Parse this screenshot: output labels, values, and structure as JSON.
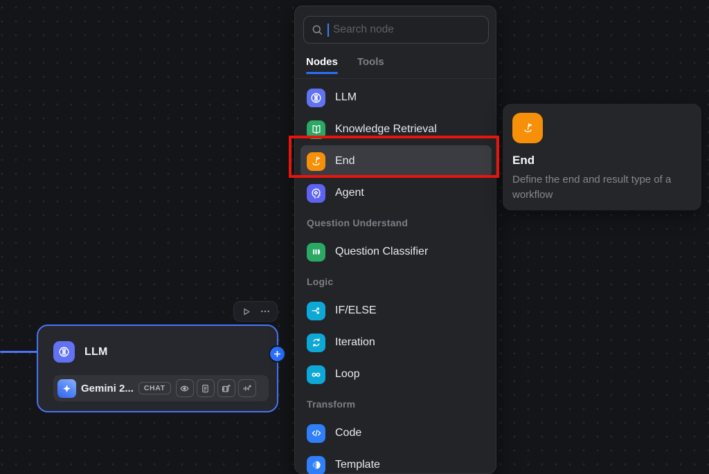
{
  "canvas": {
    "edge_color": "#4C73F8"
  },
  "llm_node": {
    "title": "LLM",
    "icon": "llm-icon",
    "icon_color": "#6172F3",
    "border_color": "#4C73F8",
    "model": {
      "name": "Gemini 2...",
      "icon": "gemini-icon",
      "mode_badge": "CHAT",
      "capability_icons": [
        "vision-icon",
        "document-icon",
        "video-icon",
        "audio-icon"
      ]
    },
    "toolbar": {
      "play_icon": "play-icon",
      "more_icon": "ellipsis-icon"
    },
    "add_button_icon": "plus-icon",
    "add_button_color": "#2970FF"
  },
  "node_panel": {
    "search": {
      "placeholder": "Search node",
      "icon": "search-icon",
      "value": ""
    },
    "tabs": [
      {
        "label": "Nodes",
        "active": true
      },
      {
        "label": "Tools",
        "active": false
      }
    ],
    "active_tab_underline_color": "#2970FF",
    "list": [
      {
        "type": "item",
        "label": "LLM",
        "icon": "llm-icon",
        "color": "#6172F3",
        "highlighted": false
      },
      {
        "type": "item",
        "label": "Knowledge Retrieval",
        "icon": "knowledge-retrieval-icon",
        "color": "#2BA864",
        "highlighted": false
      },
      {
        "type": "item",
        "label": "End",
        "icon": "end-icon",
        "color": "#F79009",
        "highlighted": true
      },
      {
        "type": "item",
        "label": "Agent",
        "icon": "agent-icon",
        "color": "#5E63F2",
        "highlighted": false
      },
      {
        "type": "header",
        "label": "Question Understand"
      },
      {
        "type": "item",
        "label": "Question Classifier",
        "icon": "question-classifier-icon",
        "color": "#2BA864",
        "highlighted": false
      },
      {
        "type": "header",
        "label": "Logic"
      },
      {
        "type": "item",
        "label": "IF/ELSE",
        "icon": "if-else-icon",
        "color": "#0EA8D6",
        "highlighted": false
      },
      {
        "type": "item",
        "label": "Iteration",
        "icon": "iteration-icon",
        "color": "#0EA8D6",
        "highlighted": false
      },
      {
        "type": "item",
        "label": "Loop",
        "icon": "loop-icon",
        "color": "#0EA8D6",
        "highlighted": false
      },
      {
        "type": "header",
        "label": "Transform"
      },
      {
        "type": "item",
        "label": "Code",
        "icon": "code-icon",
        "color": "#2E7FF8",
        "highlighted": false
      },
      {
        "type": "item",
        "label": "Template",
        "icon": "template-icon",
        "color": "#2E7FF8",
        "highlighted": false
      }
    ]
  },
  "tooltip": {
    "icon": "end-icon",
    "icon_color": "#F79009",
    "title": "End",
    "description": "Define the end and result type of a workflow"
  },
  "annotation": {
    "highlight_color": "#E8150D"
  }
}
